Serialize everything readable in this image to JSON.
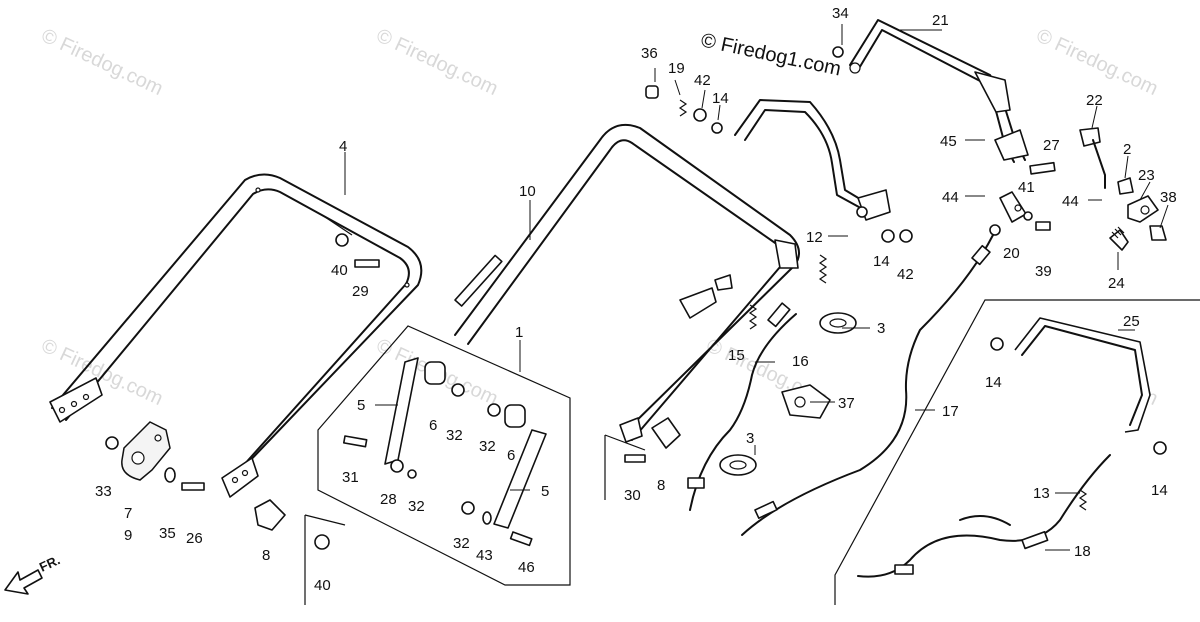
{
  "copyright_mark": "© Firedog1.com",
  "watermark_text": "© Firedog.com",
  "direction_label": "FR.",
  "callouts": {
    "c1": "1",
    "c2": "2",
    "c3a": "3",
    "c3b": "3",
    "c4": "4",
    "c5a": "5",
    "c5b": "5",
    "c6a": "6",
    "c6b": "6",
    "c7": "7",
    "c8a": "8",
    "c8b": "8",
    "c9": "9",
    "c10": "10",
    "c12": "12",
    "c13": "13",
    "c14a": "14",
    "c14b": "14",
    "c14c": "14",
    "c14d": "14",
    "c15": "15",
    "c16": "16",
    "c17": "17",
    "c18": "18",
    "c19": "19",
    "c20": "20",
    "c21": "21",
    "c22": "22",
    "c23": "23",
    "c24": "24",
    "c25": "25",
    "c26": "26",
    "c27": "27",
    "c28": "28",
    "c29": "29",
    "c30": "30",
    "c31": "31",
    "c32a": "32",
    "c32b": "32",
    "c32c": "32",
    "c32d": "32",
    "c33": "33",
    "c34": "34",
    "c35": "35",
    "c36": "36",
    "c37": "37",
    "c38": "38",
    "c39": "39",
    "c40a": "40",
    "c40b": "40",
    "c41": "41",
    "c42a": "42",
    "c42b": "42",
    "c43": "43",
    "c44a": "44",
    "c44b": "44",
    "c45": "45",
    "c46": "46"
  }
}
